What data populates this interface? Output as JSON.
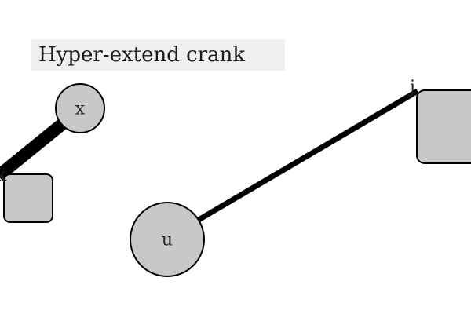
{
  "title": "Hyper-extend crank",
  "colors": {
    "background": "#ffffff",
    "title_background": "#efefef",
    "node_fill": "#c8c8c8",
    "stroke": "#000000",
    "text": "#222222"
  },
  "nodes": {
    "x": {
      "label": "x"
    },
    "u": {
      "label": "u"
    },
    "left_box": {
      "label": ""
    },
    "right_box": {
      "label": ""
    }
  },
  "edge_labels": {
    "k": "k",
    "j": "j"
  }
}
